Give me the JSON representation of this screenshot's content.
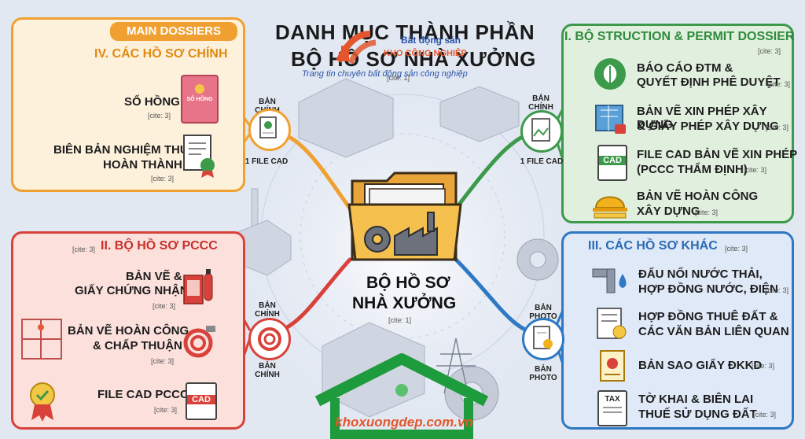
{
  "title": {
    "line1": "DANH MỤC THÀNH PHẦN",
    "line2": "BỘ HỒ SƠ NHÀ XƯỞNG",
    "cite": "[cite: 1]"
  },
  "watermark": {
    "brand_top": "Bất động sản",
    "brand_bottom": "KHO CÔNG NGHIỆP",
    "tagline": "Trang tin chuyên bất động sản công nghiệp",
    "website": "khoxuongdep.com.vn"
  },
  "center": {
    "line1": "BỘ HỒ SƠ",
    "line2": "NHÀ XƯỞNG",
    "cite": "[cite: 1]"
  },
  "main_dossiers": {
    "banner": "MAIN DOSSIERS",
    "heading": "IV. CÁC HỒ SƠ CHÍNH",
    "items": [
      {
        "text": "SỔ HỒNG",
        "cite": "[cite: 3]",
        "icon_label": "SỔ HỒNG"
      },
      {
        "line1": "BIÊN BẢN NGHIỆM THU",
        "line2": "HOÀN THÀNH",
        "cite": "[cite: 3]"
      }
    ],
    "connector_top": "BẢN CHÍNH",
    "connector_bottom": "1 FILE CAD"
  },
  "pccc": {
    "cite": "[cite: 3]",
    "heading": "II. BỘ HỒ SƠ PCCC",
    "items": [
      {
        "line1": "BẢN VẼ &",
        "line2": "GIẤY CHỨNG NHẬN",
        "cite": "[cite: 3]"
      },
      {
        "line1": "BẢN VẼ HOÀN CÔNG",
        "line2": "& CHẤP THUẬN",
        "cite": "[cite: 3]"
      },
      {
        "text": "FILE CAD PCCC",
        "cite": "[cite: 3]",
        "icon_label": "CAD"
      }
    ],
    "connector_top": "BẢN CHÍNH",
    "connector_bottom": "BẢN CHÍNH"
  },
  "construction": {
    "heading": "I. BỘ STRUCTION & PERMIT DOSSIER",
    "cite": "[cite: 3]",
    "items": [
      {
        "line1": "BÁO CÁO ĐTM &",
        "line2": "QUYẾT ĐỊNH PHÊ DUYỆT",
        "cite": "[cite: 3]"
      },
      {
        "line1": "BẢN VẼ XIN PHÉP XÂY DỰNG",
        "line2": "& GIẤY PHÉP XÂY DỰNG",
        "cite": "[cite: 3]"
      },
      {
        "line1": "FILE CAD BẢN VẼ XIN PHÉP",
        "line2": "(PCCC THẨM ĐỊNH)",
        "cite": "[cite: 3]",
        "icon_label": "CAD"
      },
      {
        "line1": "BẢN VẼ HOÀN CÔNG",
        "line2": "XÂY DỰNG",
        "cite": "[cite: 3]"
      }
    ],
    "connector_top": "BẢN CHÍNH",
    "connector_bottom": "1 FILE CAD"
  },
  "others": {
    "heading": "III. CÁC HỒ SƠ KHÁC",
    "cite": "[cite: 3]",
    "items": [
      {
        "line1": "ĐẤU NỐI NƯỚC THẢI,",
        "line2": "HỢP ĐỒNG NƯỚC, ĐIỆN",
        "cite": "[cite: 3]"
      },
      {
        "line1": "HỢP ĐỒNG THUÊ ĐẤT &",
        "line2": "CÁC VĂN BẢN LIÊN QUAN"
      },
      {
        "text": "BẢN SAO GIẤY ĐKKD",
        "cite": "[cite: 3]"
      },
      {
        "line1": "TỜ KHAI & BIÊN LAI",
        "line2": "THUẾ SỬ DỤNG ĐẤT",
        "cite": "[cite: 3]",
        "icon_label": "TAX"
      }
    ],
    "connector_top": "BẢN PHOTO",
    "connector_bottom": "BẢN PHOTO"
  },
  "colors": {
    "orange": "#f0a030",
    "red": "#d9423a",
    "green": "#3c9a4a",
    "blue": "#2f78c4"
  }
}
